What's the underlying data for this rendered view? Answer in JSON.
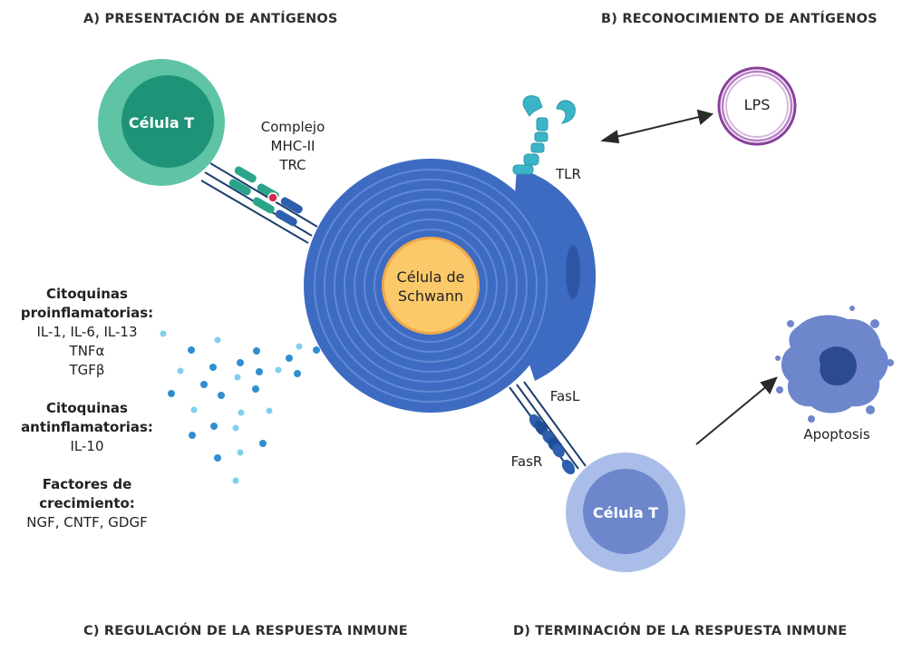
{
  "headings": {
    "a": "A) PRESENTACIÓN DE ANTÍGENOS",
    "b": "B) RECONOCIMIENTO DE ANTÍGENOS",
    "c": "C) REGULACIÓN DE LA RESPUESTA INMUNE",
    "d": "D) TERMINACIÓN DE LA RESPUESTA INMUNE"
  },
  "cells": {
    "t_cell_top": "Célula T",
    "t_cell_bottom": "Célula T",
    "schwann_line1": "Célula de",
    "schwann_line2": "Schwann",
    "lps": "LPS"
  },
  "labels": {
    "complex_line1": "Complejo",
    "complex_line2": "MHC-II",
    "complex_line3": "TRC",
    "tlr": "TLR",
    "fasl": "FasL",
    "fasr": "FasR",
    "apoptosis": "Apoptosis"
  },
  "cytokines": {
    "pro_title_1": "Citoquinas",
    "pro_title_2": "proinflamatorias:",
    "pro_line1": "IL-1, IL-6, IL-13",
    "pro_line2": "TNFα",
    "pro_line3": "TGFβ",
    "anti_title_1": "Citoquinas",
    "anti_title_2": "antinflamatorias:",
    "anti_line1": "IL-10",
    "growth_title_1": "Factores de",
    "growth_title_2": "crecimiento:",
    "growth_line1": "NGF, CNTF, GDGF"
  },
  "colors": {
    "schwann_outer": "#3e6bc2",
    "schwann_rings": "#5e89d6",
    "schwann_nucleus": "#fbc96a",
    "t_cell_top": "#5fc3a6",
    "t_cell_top_nucleus": "#1f9377",
    "t_cell_bottom": "#a9bde8",
    "t_cell_bottom_nucleus": "#6d86cc",
    "lps_ring": "#8a3f9a",
    "tlr": "#3bb4c8",
    "dots": "#2f8fcf"
  }
}
